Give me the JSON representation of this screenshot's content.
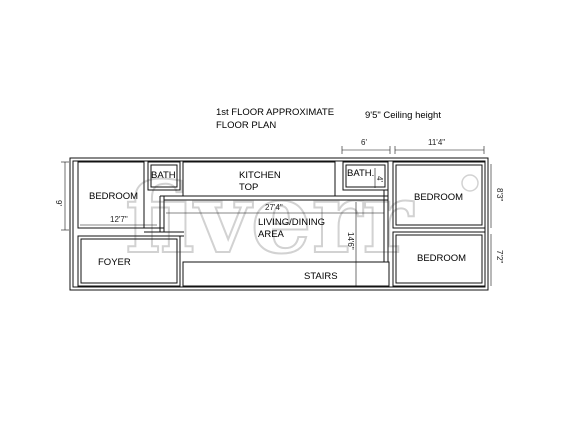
{
  "title_lines": [
    "1st FLOOR APPROXIMATE",
    "FLOOR PLAN"
  ],
  "ceiling_note": "9'5\" Ceiling height",
  "rooms": {
    "bedroom_left": "BEDROOM",
    "bath_left": "BATH",
    "kitchen_line1": "KITCHEN",
    "kitchen_line2": "TOP",
    "bath_right": "BATH.",
    "bedroom_right_top": "BEDROOM",
    "living_line1": "LIVING/DINING",
    "living_line2": "AREA",
    "foyer": "FOYER",
    "stairs": "STAIRS",
    "bedroom_right_bottom": "BEDROOM"
  },
  "dimensions": {
    "top_6": "6'",
    "top_11_4": "11'4\"",
    "left_9": "9'",
    "left_12_7": "12'7\"",
    "center_27_4": "27'4\"",
    "vertical_14_6": "14'6\"",
    "bath_4": "4'",
    "right_8_3": "8'3\"",
    "right_7_2": "7'2\""
  },
  "watermark": "fiverr"
}
